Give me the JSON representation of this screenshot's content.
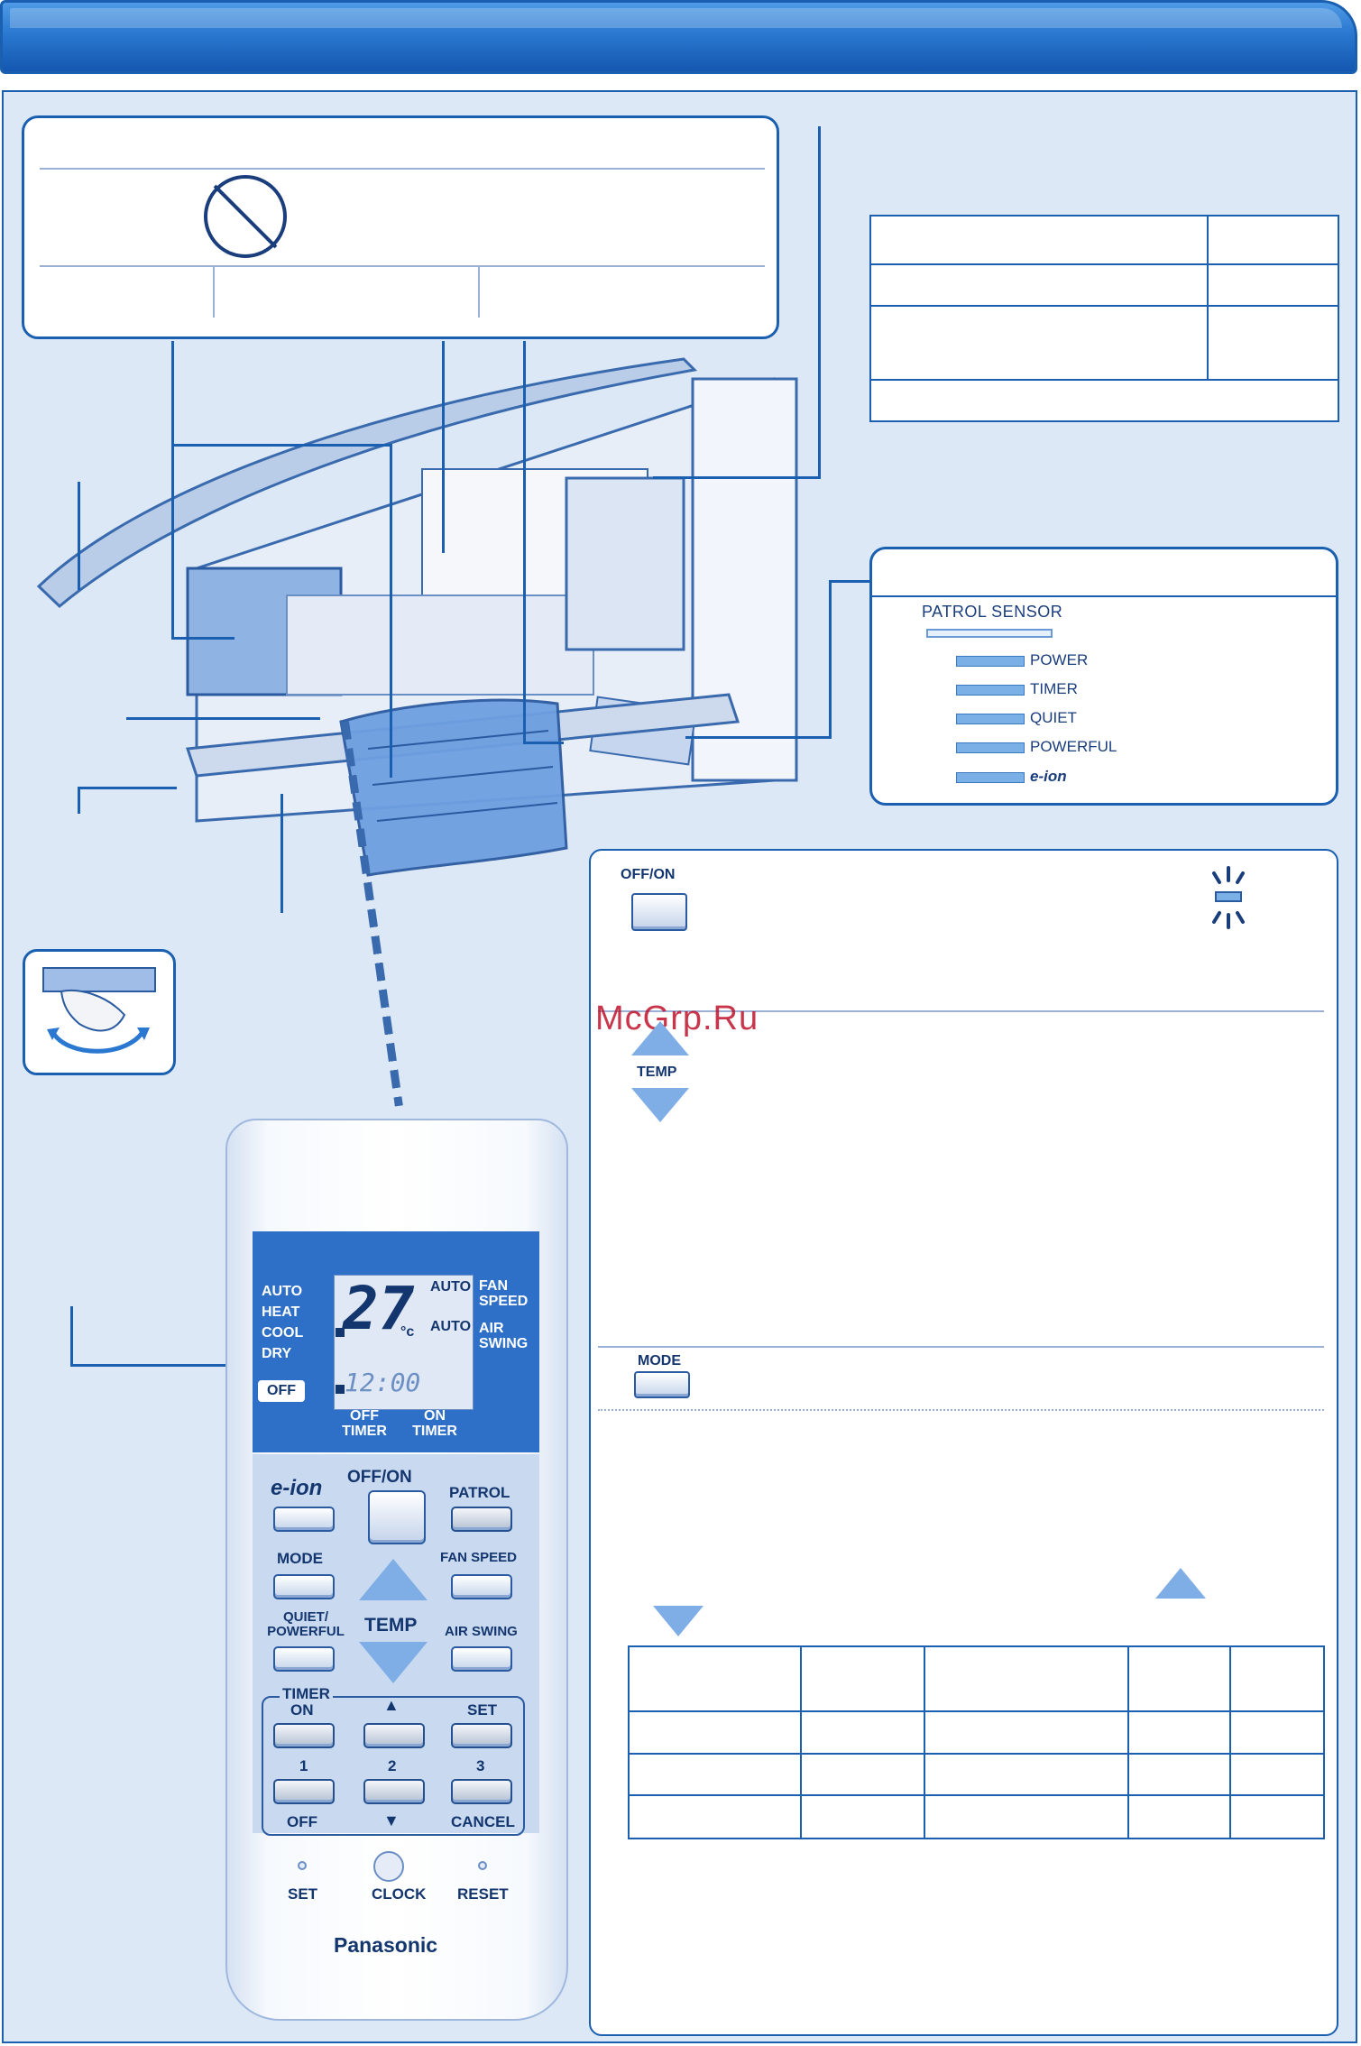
{
  "header": {
    "title": ""
  },
  "sensor_panel": {
    "title": "PATROL SENSOR",
    "indicators": [
      "POWER",
      "TIMER",
      "QUIET",
      "POWERFUL",
      "e-ion"
    ]
  },
  "remote": {
    "mode_labels": [
      "AUTO",
      "HEAT",
      "COOL",
      "DRY"
    ],
    "temp_display": "27",
    "temp_unit": "°c",
    "auto_top": "AUTO",
    "auto_bottom": "AUTO",
    "fan_speed_label": "FAN SPEED",
    "air_swing_label": "AIR SWING",
    "time_display": "12:00",
    "off_tag": "OFF",
    "off_timer": "OFF TIMER",
    "on_timer": "ON TIMER",
    "buttons": {
      "eion": "e-ion",
      "offon": "OFF/ON",
      "patrol": "PATROL",
      "mode": "MODE",
      "fan_speed": "FAN SPEED",
      "quiet_powerful": "QUIET/ POWERFUL",
      "temp": "TEMP",
      "air_swing": "AIR SWING",
      "timer": "TIMER",
      "on": "ON",
      "set_top": "SET",
      "one": "1",
      "two": "2",
      "three": "3",
      "off": "OFF",
      "cancel": "CANCEL",
      "set": "SET",
      "clock": "CLOCK",
      "reset": "RESET"
    },
    "brand": "Panasonic"
  },
  "instructions": {
    "offon_label": "OFF/ON",
    "temp_label": "TEMP",
    "mode_label": "MODE"
  },
  "watermark": "McGrp.Ru"
}
